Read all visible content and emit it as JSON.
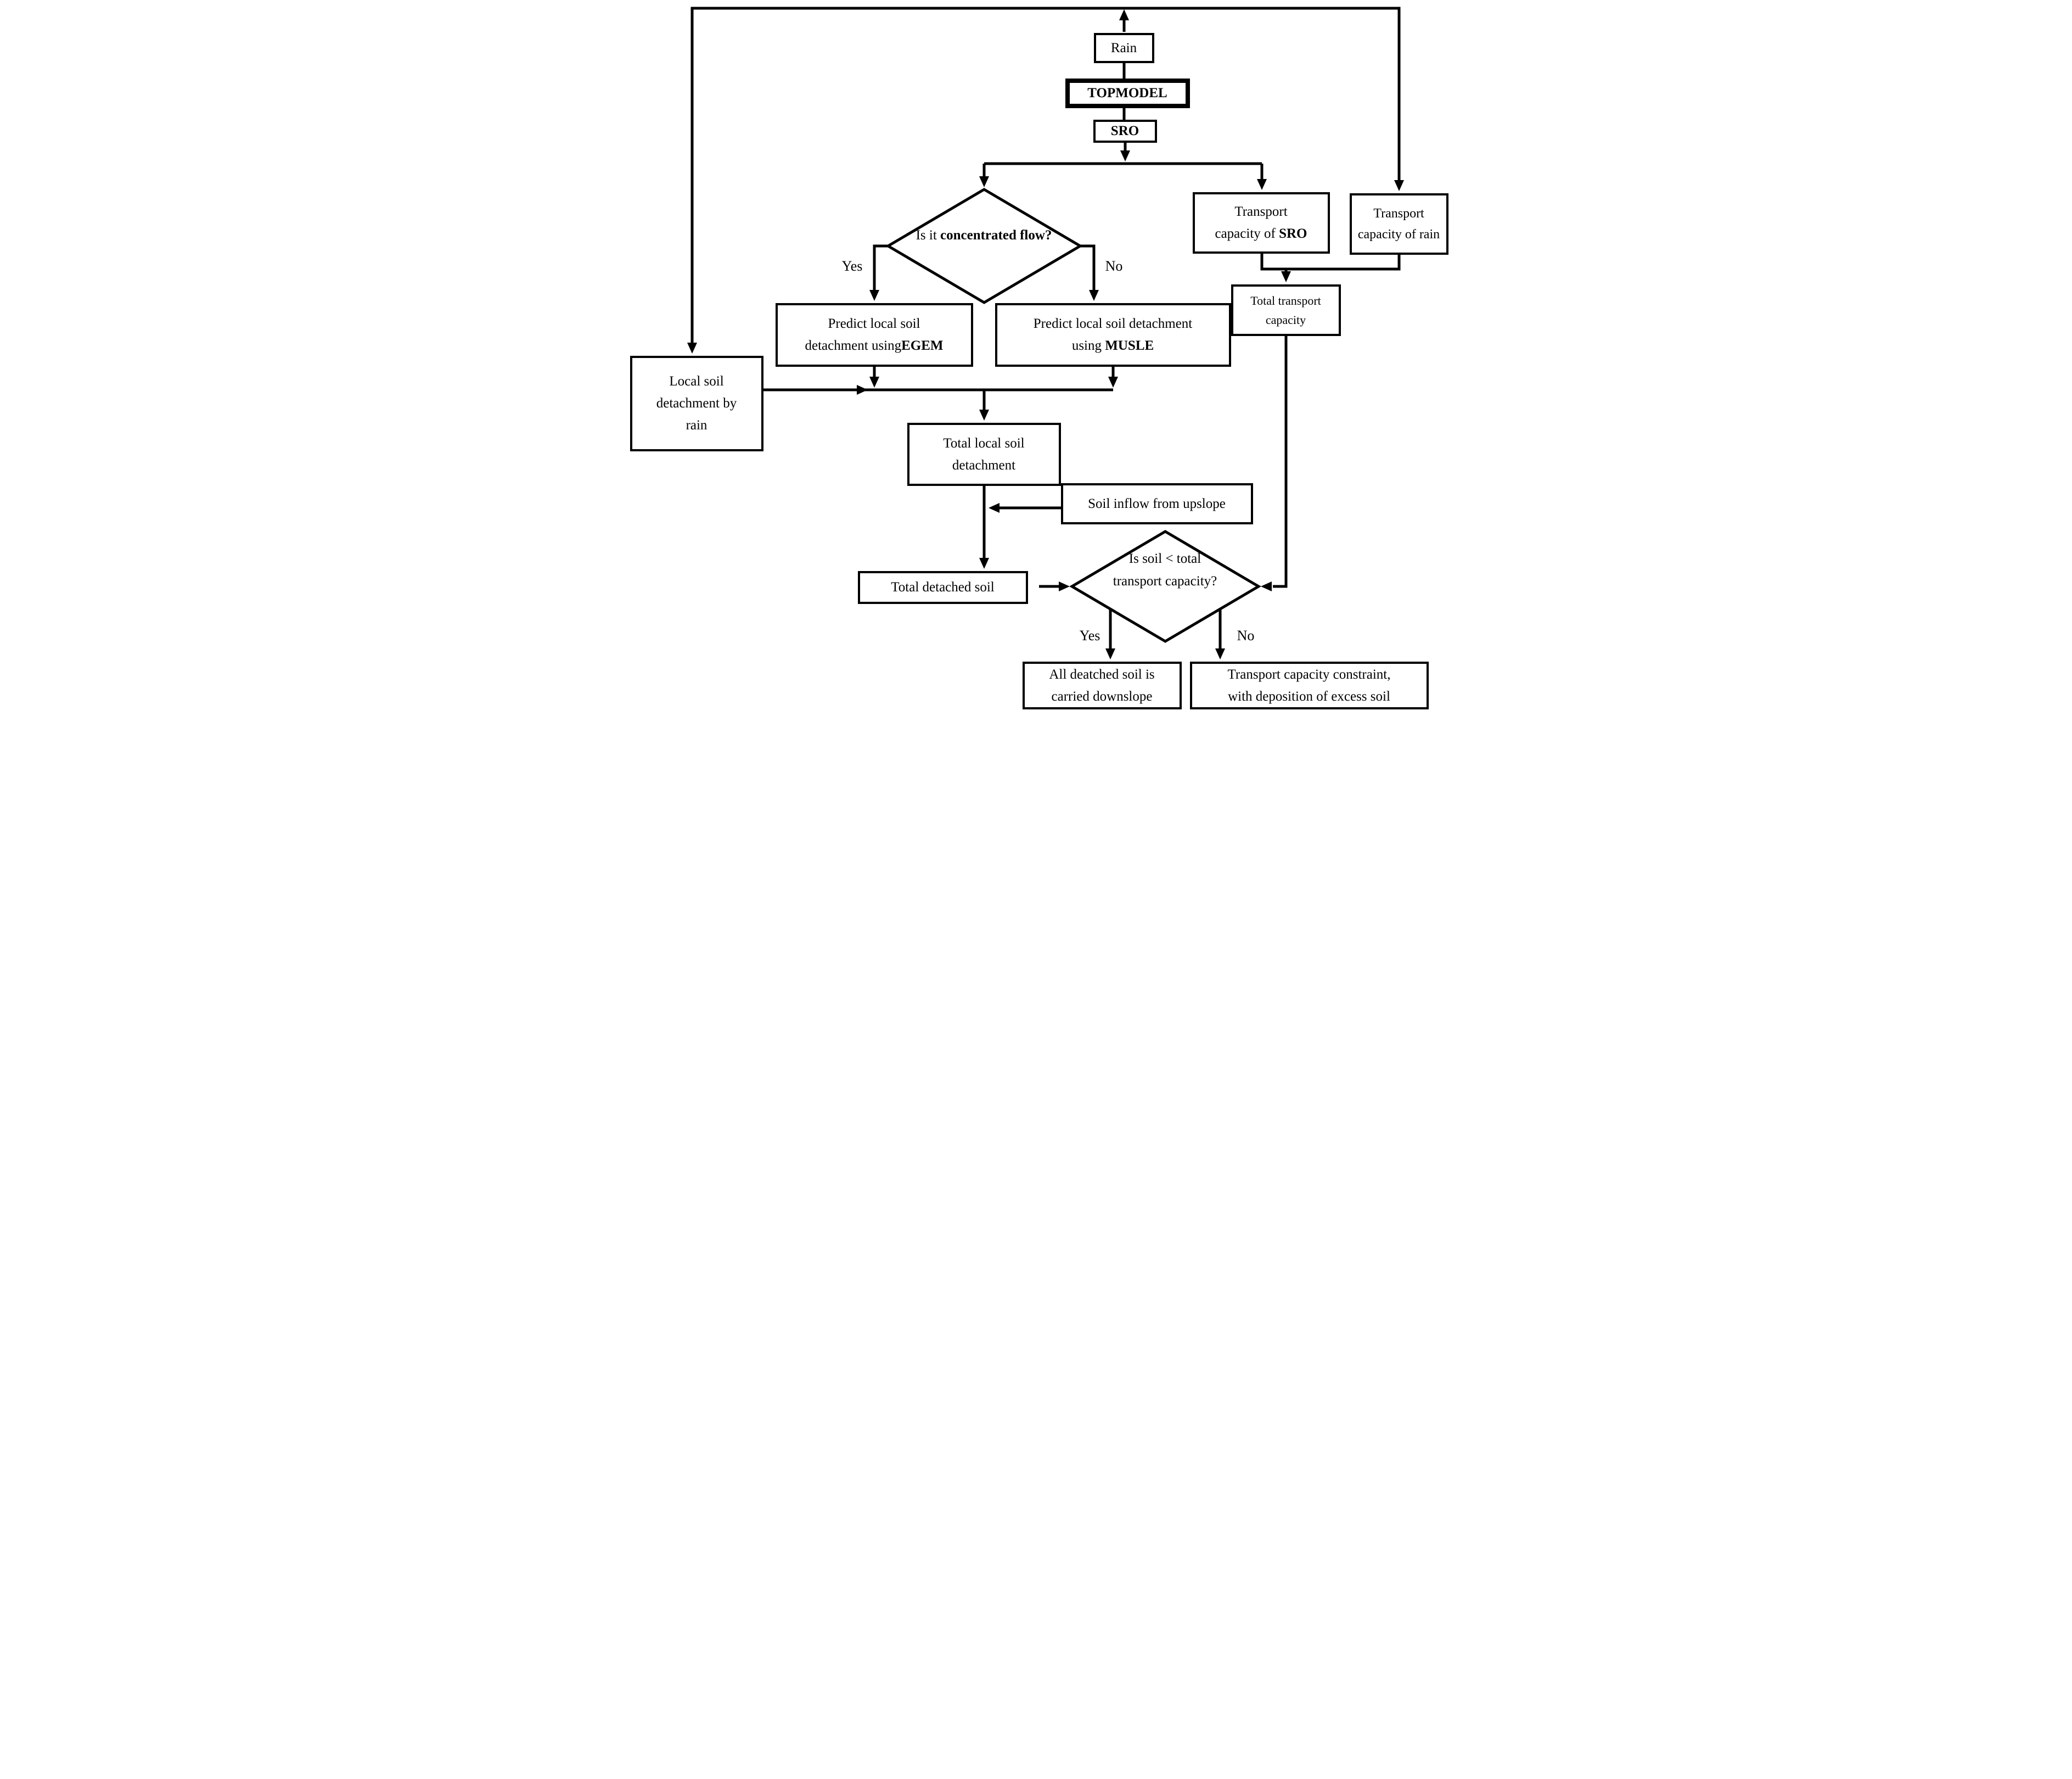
{
  "flowchart": {
    "nodes": {
      "rain": {
        "label": "Rain"
      },
      "topmodel": {
        "label": "TOPMODEL"
      },
      "sro": {
        "label": "SRO"
      },
      "decision_flow": {
        "pre": "Is it ",
        "bold": "concentrated flow?"
      },
      "egem": {
        "line1": "Predict local soil",
        "line2": "detachment using",
        "line2_bold": "EGEM"
      },
      "musle": {
        "line1": "Predict local soil detachment",
        "line2": "using ",
        "line2_bold": "MUSLE"
      },
      "transport_sro": {
        "line1": "Transport",
        "line2": "capacity of ",
        "line2_bold": "SRO"
      },
      "transport_rain": {
        "line1": "Transport",
        "line2": "capacity of rain"
      },
      "total_transport": {
        "line1": "Total transport",
        "line2": "capacity"
      },
      "local_rain": {
        "line1": "Local soil",
        "line2": "detachment by",
        "line3": "rain"
      },
      "total_local": {
        "line1": "Total local soil",
        "line2": "detachment"
      },
      "soil_inflow": {
        "label": "Soil inflow from upslope"
      },
      "total_detached": {
        "label": "Total detached soil"
      },
      "decision_capacity": {
        "line1": "Is soil < total",
        "line2": "transport capacity?"
      },
      "all_carried": {
        "line1": "All deatched soil is",
        "line2": "carried downslope"
      },
      "capacity_constraint": {
        "line1": "Transport capacity constraint,",
        "line2": "with deposition of excess soil"
      }
    },
    "edge_labels": {
      "flow_yes": "Yes",
      "flow_no": "No",
      "capacity_yes": "Yes",
      "capacity_no": "No"
    },
    "colors": {
      "line": "#000000",
      "background": "#ffffff",
      "box_fill": "#ffffff"
    }
  }
}
